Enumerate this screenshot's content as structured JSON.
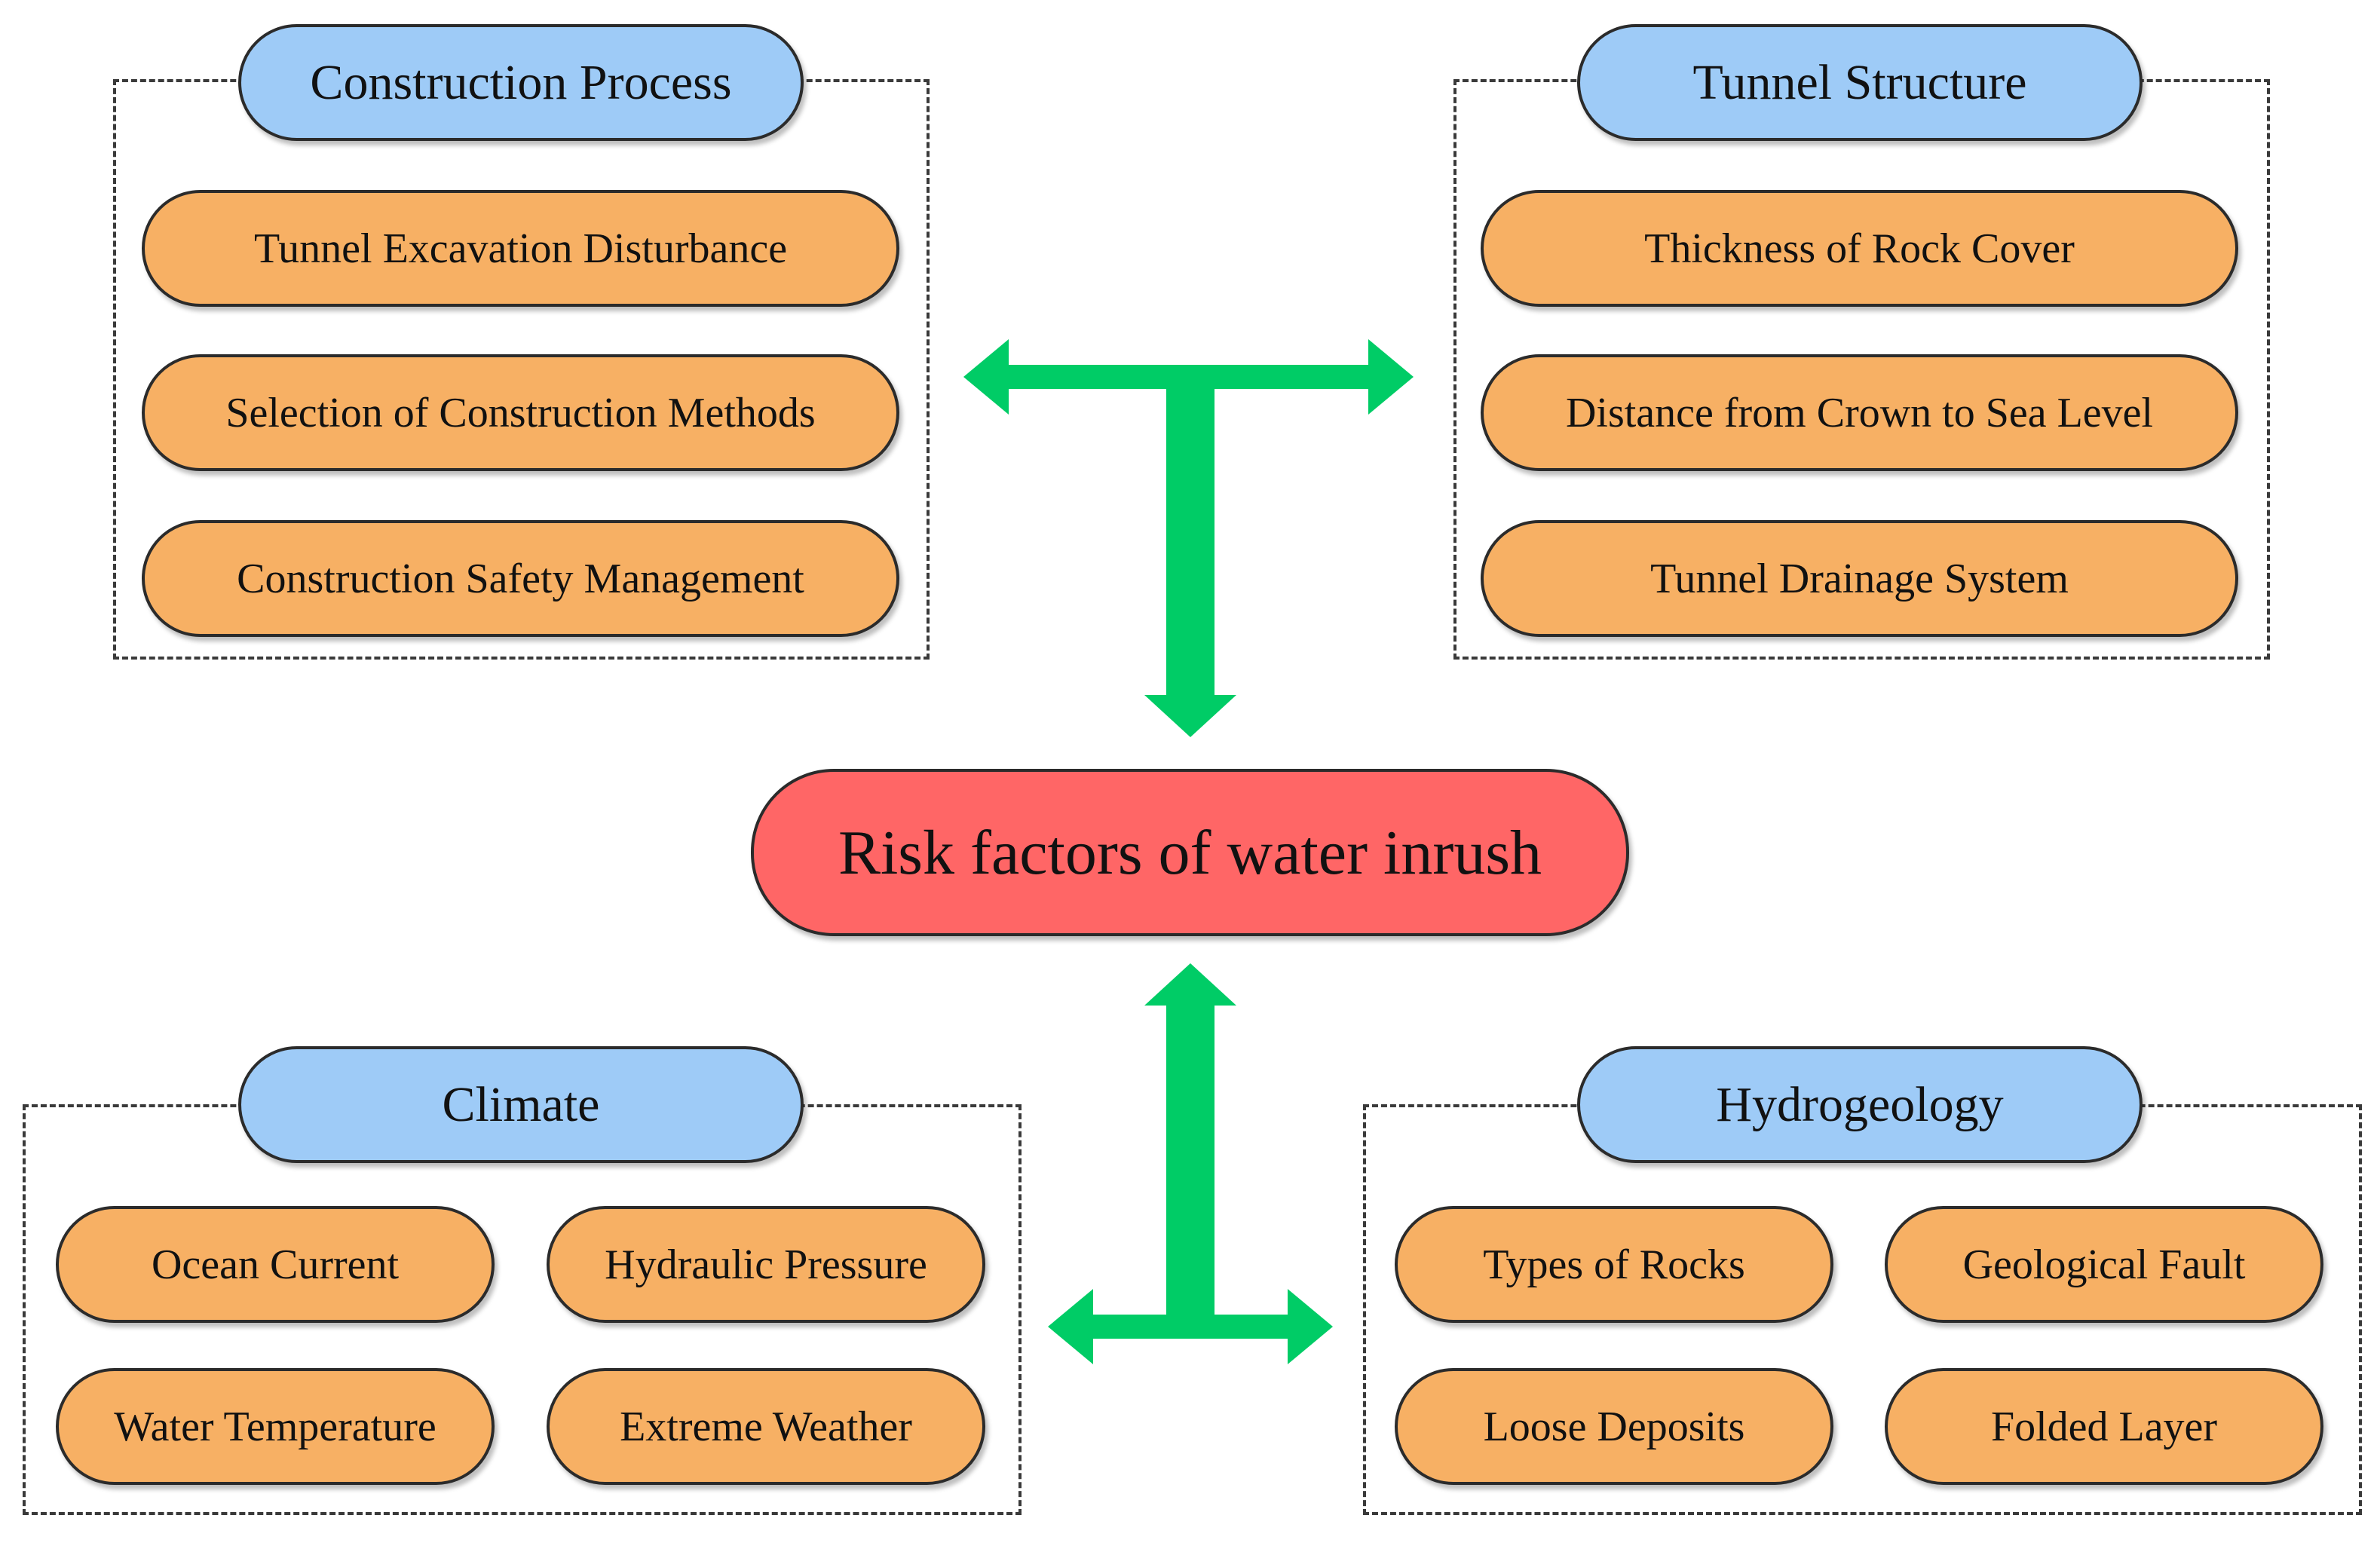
{
  "center": {
    "label": "Risk factors of water inrush"
  },
  "groups": {
    "construction_process": {
      "title": "Construction Process",
      "items": [
        "Tunnel Excavation Disturbance",
        "Selection of Construction Methods",
        "Construction Safety Management"
      ]
    },
    "tunnel_structure": {
      "title": "Tunnel Structure",
      "items": [
        "Thickness of Rock Cover",
        "Distance from Crown to Sea Level",
        "Tunnel Drainage System"
      ]
    },
    "climate": {
      "title": "Climate",
      "items": [
        "Ocean Current",
        "Hydraulic Pressure",
        "Water Temperature",
        "Extreme Weather"
      ]
    },
    "hydrogeology": {
      "title": "Hydrogeology",
      "items": [
        "Types of Rocks",
        "Geological Fault",
        "Loose Deposits",
        "Folded Layer"
      ]
    }
  },
  "colors": {
    "header_fill": "#9ecbf7",
    "item_fill": "#f7b064",
    "center_fill": "#ff6666",
    "arrow": "#00cc66"
  }
}
